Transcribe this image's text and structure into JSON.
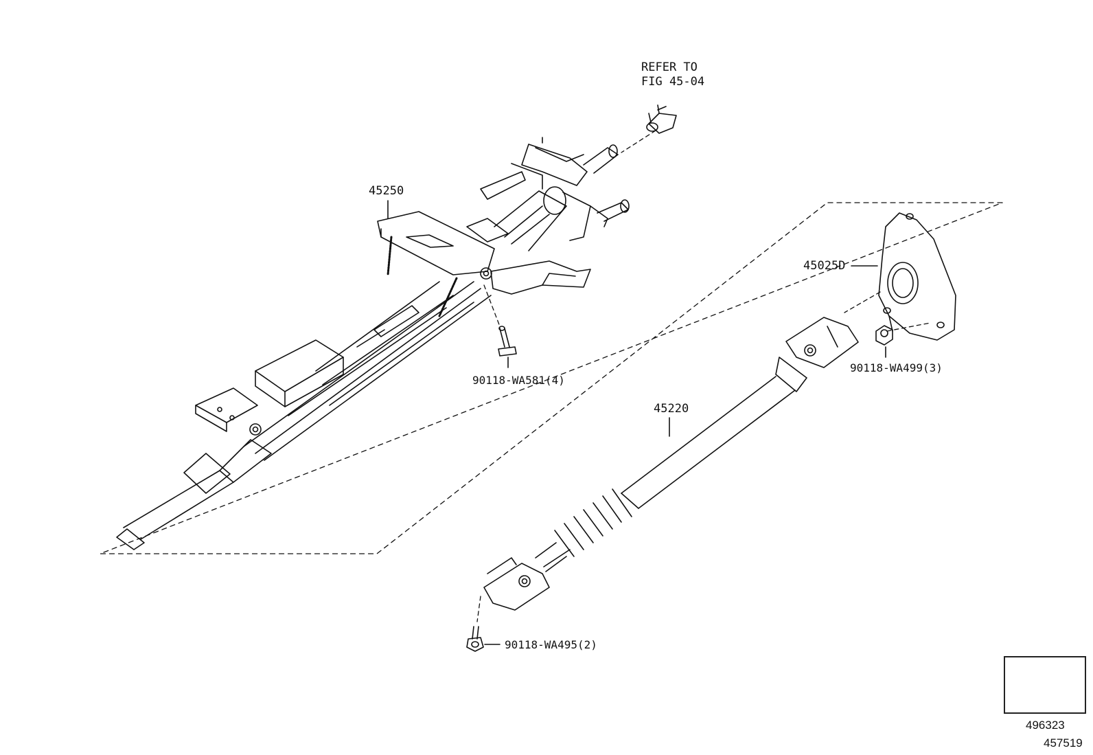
{
  "labels": {
    "refer_line1": "REFER TO",
    "refer_line2": "FIG 45-04",
    "column_assy": "45250",
    "bearing": "45025D",
    "shaft": "45220",
    "bolt_column": "90118-WA581(4)",
    "nut_bearing": "90118-WA499(3)",
    "bolt_shaft": "90118-WA495(2)"
  },
  "footer": {
    "illustration_code": "496323",
    "figure_code": "457519"
  },
  "icons": {
    "nav_arrow": "direction-arrow-icon"
  },
  "colors": {
    "ink": "#111111",
    "background": "#ffffff"
  }
}
